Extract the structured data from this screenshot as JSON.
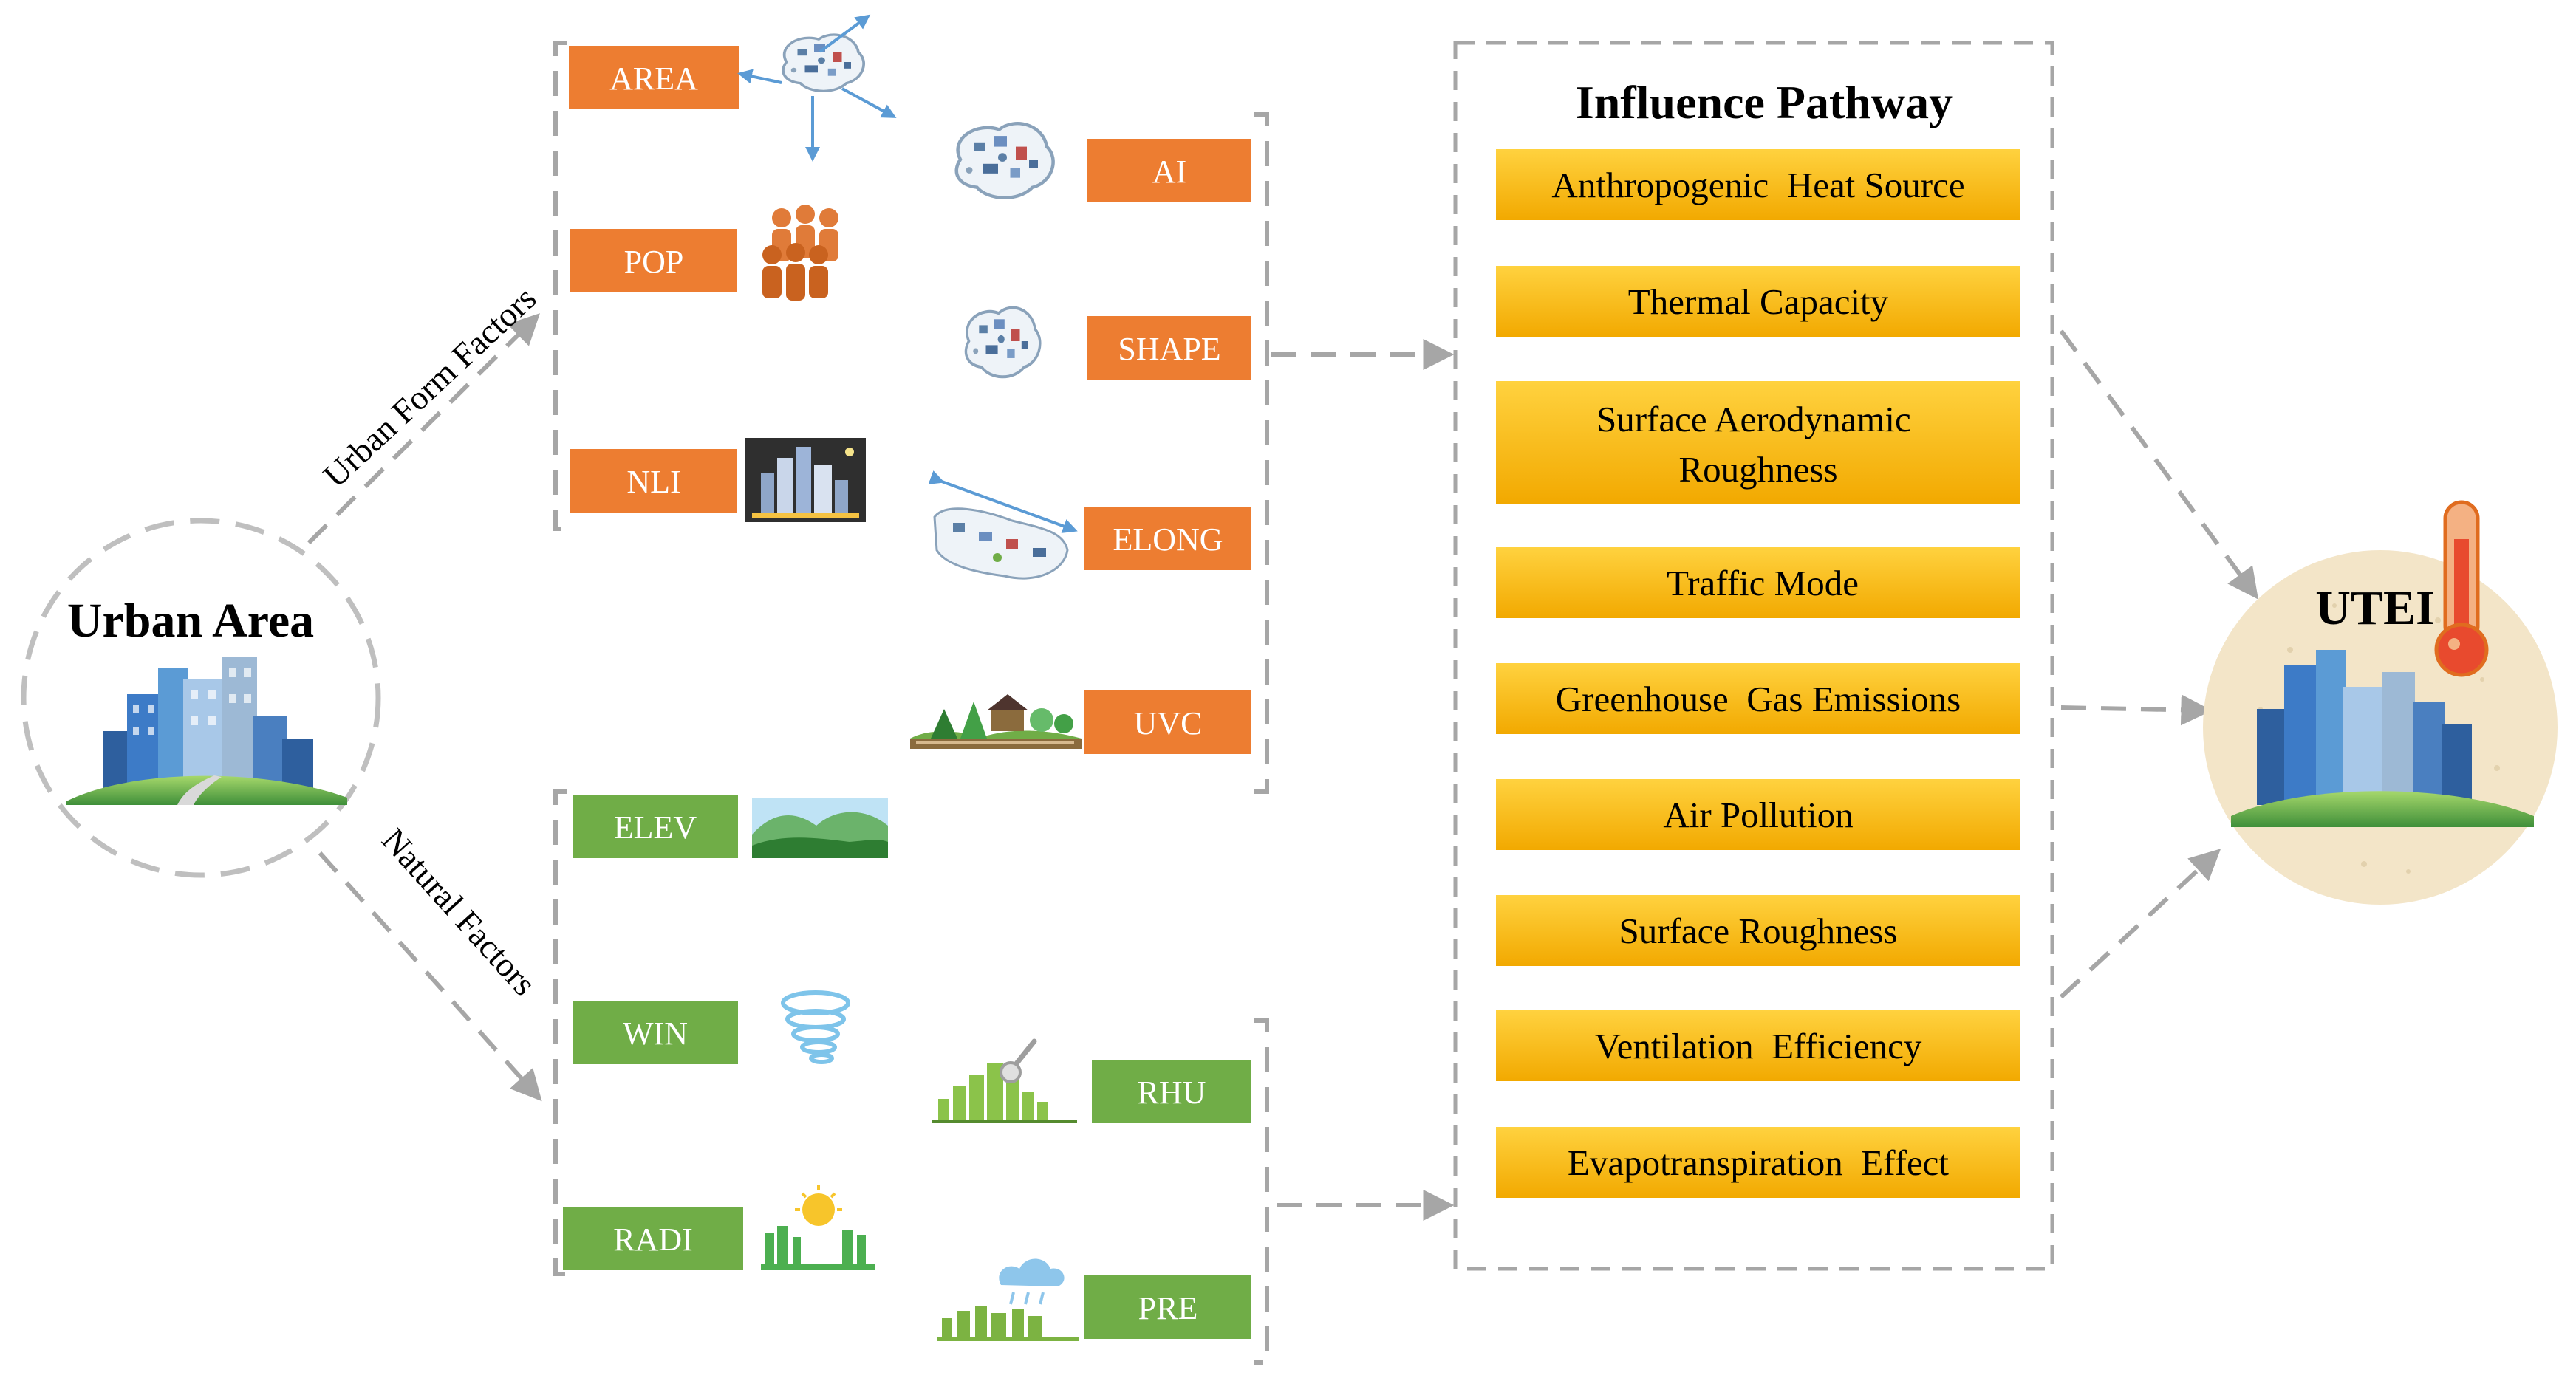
{
  "urban_area": {
    "label": "Urban Area"
  },
  "branches": {
    "urban_form": "Urban Form Factors",
    "natural": "Natural Factors"
  },
  "urban_form_factors": [
    "AREA",
    "POP",
    "NLI",
    "AI",
    "SHAPE",
    "ELONG",
    "UVC"
  ],
  "natural_factors": [
    "ELEV",
    "WIN",
    "RADI",
    "RHU",
    "PRE"
  ],
  "pathway": {
    "title": "Influence Pathway",
    "items": [
      "Anthropogenic  Heat Source",
      "Thermal Capacity",
      "Surface Aerodynamic Roughness",
      "Traffic Mode",
      "Greenhouse  Gas Emissions",
      "Air Pollution",
      "Surface Roughness",
      "Ventilation  Efficiency",
      "Evapotranspiration  Effect"
    ]
  },
  "outcome": {
    "label": "UTEI"
  },
  "colors": {
    "orange": "#ED7D31",
    "green": "#70AD47",
    "gold_top": "#FFD23F",
    "gold_bottom": "#F2A900",
    "dash_gray": "#A6A6A6",
    "disc": "#F3E5C8"
  },
  "icons": {
    "area": "city-blob-expand-icon",
    "pop": "people-group-icon",
    "nli": "night-city-icon",
    "ai": "city-blob-icon",
    "shape": "city-blob-small-icon",
    "elong": "elongation-arrow-icon",
    "uvc": "park-vegetation-icon",
    "elev": "mountain-icon",
    "win": "tornado-icon",
    "radi": "sun-radiation-icon",
    "rhu": "humidity-thermometer-icon",
    "pre": "rain-cloud-icon",
    "utei": "thermometer-icon"
  }
}
